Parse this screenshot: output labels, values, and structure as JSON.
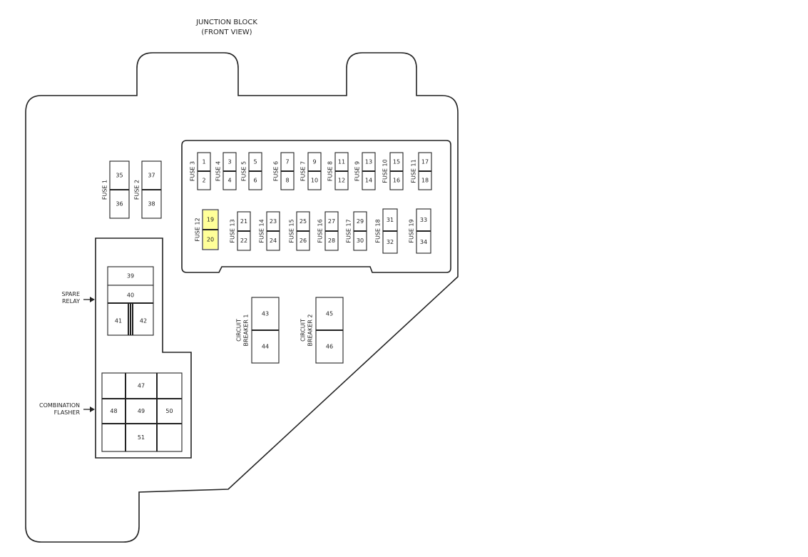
{
  "title": "JUNCTION BLOCK",
  "subtitle": "(FRONT VIEW)",
  "highlight_color": "#ffff99",
  "labels": {
    "spare_relay": [
      "SPARE",
      "RELAY"
    ],
    "combination_flasher": [
      "COMBINATION",
      "FLASHER"
    ]
  },
  "fuses_top": [
    {
      "name": "FUSE 3",
      "a": "1",
      "b": "2"
    },
    {
      "name": "FUSE 4",
      "a": "3",
      "b": "4"
    },
    {
      "name": "FUSE 5",
      "a": "5",
      "b": "6"
    },
    {
      "name": "FUSE 6",
      "a": "7",
      "b": "8"
    },
    {
      "name": "FUSE 7",
      "a": "9",
      "b": "10"
    },
    {
      "name": "FUSE 8",
      "a": "11",
      "b": "12"
    },
    {
      "name": "FUSE 9",
      "a": "13",
      "b": "14"
    },
    {
      "name": "FUSE 10",
      "a": "15",
      "b": "16"
    },
    {
      "name": "FUSE 11",
      "a": "17",
      "b": "18"
    }
  ],
  "fuses_bottom": [
    {
      "name": "FUSE 12",
      "a": "19",
      "b": "20",
      "highlight": true
    },
    {
      "name": "FUSE 13",
      "a": "21",
      "b": "22"
    },
    {
      "name": "FUSE 14",
      "a": "23",
      "b": "24"
    },
    {
      "name": "FUSE 15",
      "a": "25",
      "b": "26"
    },
    {
      "name": "FUSE 16",
      "a": "27",
      "b": "28"
    },
    {
      "name": "FUSE 17",
      "a": "29",
      "b": "30"
    },
    {
      "name": "FUSE 18",
      "a": "31",
      "b": "32"
    },
    {
      "name": "FUSE 19",
      "a": "33",
      "b": "34"
    }
  ],
  "fuses_side": [
    {
      "name": "FUSE 1",
      "a": "35",
      "b": "36"
    },
    {
      "name": "FUSE 2",
      "a": "37",
      "b": "38"
    }
  ],
  "spare_relay": {
    "top": "39",
    "mid": "40",
    "left": "41",
    "right": "42"
  },
  "breakers": [
    {
      "name": [
        "CIRCUIT",
        "BREAKER 1"
      ],
      "a": "43",
      "b": "44"
    },
    {
      "name": [
        "CIRCUIT",
        "BREAKER 2"
      ],
      "a": "45",
      "b": "46"
    }
  ],
  "flasher": {
    "top": "47",
    "left": "48",
    "center": "49",
    "right": "50",
    "bottom": "51"
  }
}
